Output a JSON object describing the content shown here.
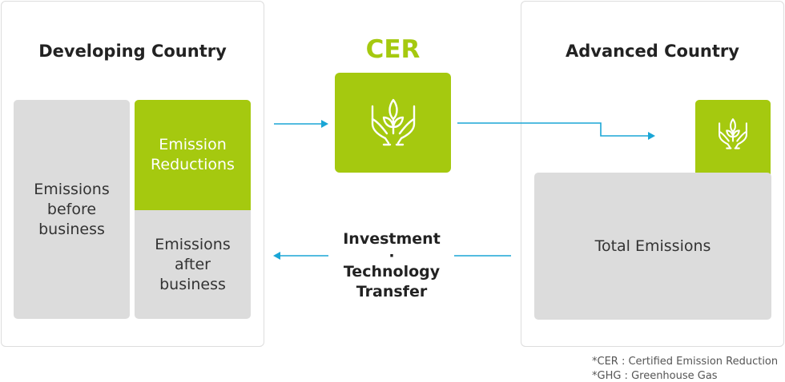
{
  "colors": {
    "green": "#a5c90f",
    "gray": "#dcdcdc",
    "arrow": "#1aa6d6",
    "text": "#222222"
  },
  "developing": {
    "title": "Developing Country",
    "before_label": "Emissions\nbefore\nbusiness",
    "reductions_label": "Emission\nReductions",
    "after_label": "Emissions\nafter\nbusiness"
  },
  "cer": {
    "title": "CER",
    "icon": "hands-with-plant-icon"
  },
  "middle": {
    "investment_label": "Investment",
    "separator": "·",
    "technology_label": "Technology\nTransfer"
  },
  "advanced": {
    "title": "Advanced Country",
    "total_label": "Total Emissions",
    "icon": "hands-with-plant-icon"
  },
  "notes": {
    "cer_note": "*CER : Certified Emission Reduction",
    "ghg_note": "*GHG : Greenhouse Gas"
  }
}
